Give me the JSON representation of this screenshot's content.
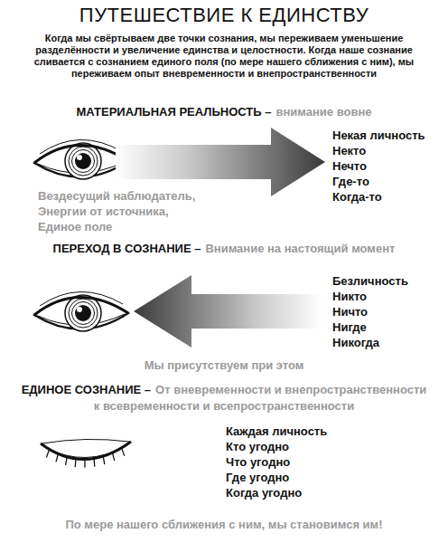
{
  "diagram": {
    "title": "ПУТЕШЕСТВИЕ К ЕДИНСТВУ",
    "caption": "По мере нашего сближения с ним, мы становимся им!",
    "labels": [
      "Когда мы свёртываем две точки сознания, мы переживаем уменьшение разделённости и увеличение единства и целостности. Когда наше сознание сливается с сознанием единого поля (по мере нашего сближения с ним), мы переживаем опыт вневременности и внепространственности",
      "МАТЕРИАЛЬНАЯ РЕАЛЬНОСТЬ –",
      "внимание вовне",
      "Некая личность",
      "Некто",
      "Нечто",
      "Где-то",
      "Когда-то",
      "Вездесущий наблюдатель,",
      "Энергии от источника,",
      "Единое поле",
      "ПЕРЕХОД В СОЗНАНИЕ –",
      "Внимание на настоящий момент",
      "Безличность",
      "Никто",
      "Ничто",
      "Нигде",
      "Никогда",
      "Мы присутствуем при этом",
      "ЕДИНОЕ СОЗНАНИЕ –",
      "От вневременности и внепространственности к всевременности и всепространственности",
      "Каждая личность",
      "Кто угодно",
      "Что угодно",
      "Где угодно",
      "Когда угодно"
    ]
  }
}
